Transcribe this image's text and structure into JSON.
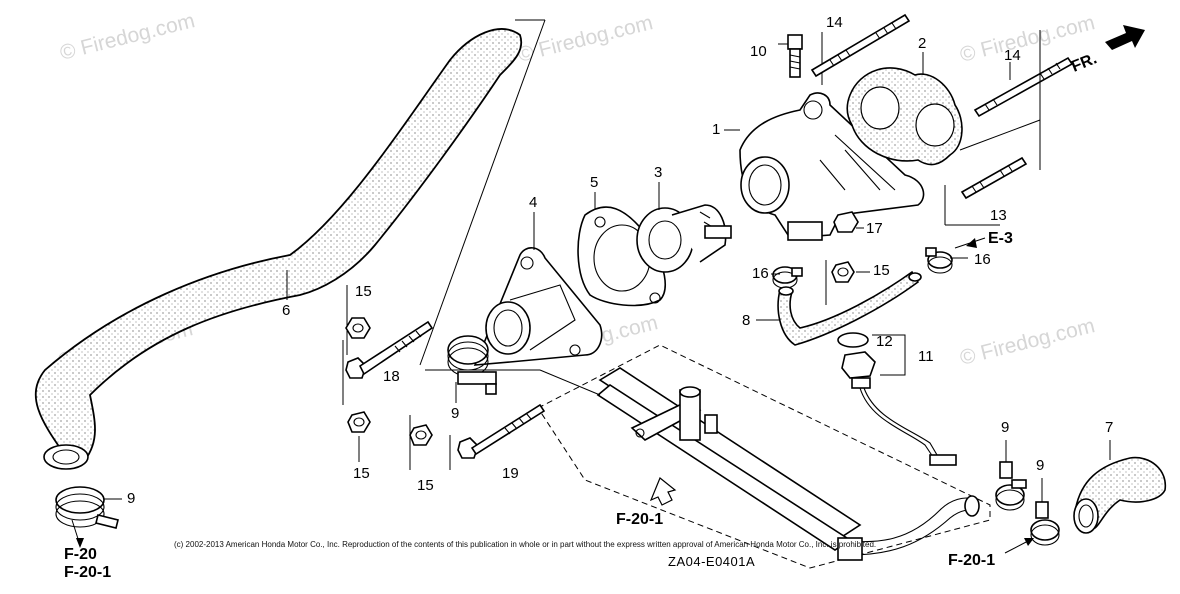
{
  "watermarks": [
    "© Firedog.com",
    "© Firedog.com",
    "© Firedog.com",
    "© Firedog.com",
    "© Firedog.com",
    "© Firedog.com"
  ],
  "callouts": {
    "n1": "1",
    "n2": "2",
    "n3": "3",
    "n4": "4",
    "n5": "5",
    "n6": "6",
    "n7": "7",
    "n8": "8",
    "n9a": "9",
    "n9b": "9",
    "n9c": "9",
    "n9d": "9",
    "n10": "10",
    "n11": "11",
    "n12": "12",
    "n13": "13",
    "n14a": "14",
    "n14b": "14",
    "n15a": "15",
    "n15b": "15",
    "n15c": "15",
    "n15d": "15",
    "n16a": "16",
    "n16b": "16",
    "n17": "17",
    "n18": "18",
    "n19": "19"
  },
  "references": {
    "fr": "FR.",
    "e3": "E-3",
    "f20": "F-20",
    "f20_1_left": "F-20-1",
    "f20_1_mid": "F-20-1",
    "f20_1_right": "F-20-1"
  },
  "diagram_code": "ZA04-E0401A",
  "copyright": "(c) 2002-2013 American Honda Motor Co., Inc. Reproduction of the contents of this publication in whole or in part without the express written approval of American Honda Motor Co., Inc. is prohibited.",
  "colors": {
    "line": "#000000",
    "watermark": "#d6d6d6",
    "background": "#ffffff"
  }
}
